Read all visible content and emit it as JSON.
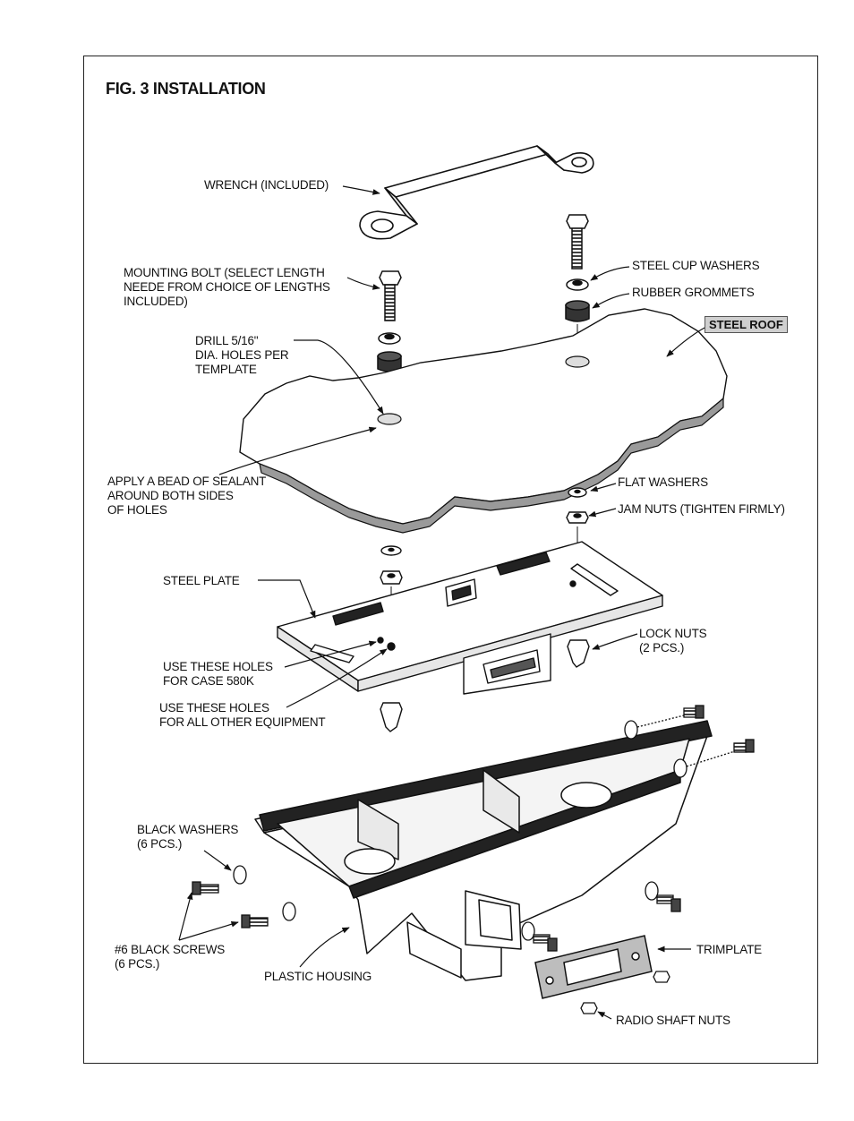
{
  "figure": {
    "title": "FIG. 3 INSTALLATION"
  },
  "labels": {
    "wrench": "WRENCH (INCLUDED)",
    "mounting_bolt": "MOUNTING BOLT (SELECT LENGTH\nNEEDE FROM CHOICE OF LENGTHS\nINCLUDED)",
    "steel_cup_washers": "STEEL CUP WASHERS",
    "rubber_grommets": "RUBBER GROMMETS",
    "steel_roof": "STEEL ROOF",
    "drill_holes": "DRILL 5/16\"\nDIA. HOLES PER\nTEMPLATE",
    "sealant": "APPLY A BEAD OF SEALANT\nAROUND BOTH SIDES\nOF HOLES",
    "flat_washers": "FLAT WASHERS",
    "jam_nuts": "JAM NUTS (TIGHTEN FIRMLY)",
    "steel_plate": "STEEL PLATE",
    "lock_nuts": "LOCK NUTS\n(2 PCS.)",
    "holes_case": "USE THESE HOLES\nFOR CASE 580K",
    "holes_other": "USE THESE HOLES\nFOR ALL OTHER EQUIPMENT",
    "black_washers": "BLACK WASHERS\n(6 PCS.)",
    "black_screws": "#6 BLACK SCREWS\n(6 PCS.)",
    "plastic_housing": "PLASTIC HOUSING",
    "trimplate": "TRIMPLATE",
    "radio_shaft_nuts": "RADIO SHAFT NUTS"
  },
  "colors": {
    "line": "#111111",
    "roof_edge": "#8a8a8a",
    "label_box": "#cfcfcf"
  }
}
